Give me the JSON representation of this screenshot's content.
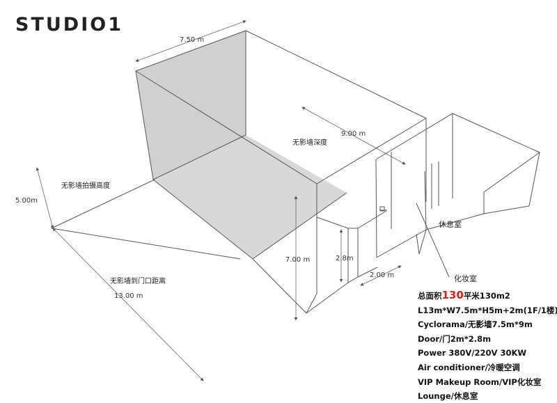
{
  "title": "STUDIO1",
  "dimensions": {
    "cyclorama_width": "7.50 m",
    "depth": "9.00 m",
    "height": "5.00m",
    "length": "13.00 m",
    "wall_height": "7.00 m",
    "door_height": "2.8m",
    "door_width": "2.00 m"
  },
  "labels": {
    "cyclorama_depth": "无影墙深度",
    "shooting_height": "无影墙拍摄高度",
    "distance_to_door": "无影墙到门口距离",
    "lounge": "休息室",
    "makeup_room": "化妆室"
  },
  "specs": {
    "area_prefix": "总面积",
    "area_value": "130",
    "area_suffix": "平米130m2",
    "size": "L13m*W7.5m*H5m+2m(1F/1楼)",
    "cyclorama": "Cyclorama/无影墙7.5m*9m",
    "door": "Door/门2m*2.8m",
    "power": "Power 380V/220V  30KW",
    "air": "Air conditioner/冷暖空调",
    "vip": "VIP Makeup Room/VIP化妆室",
    "lounge": "Lounge/休息室"
  }
}
